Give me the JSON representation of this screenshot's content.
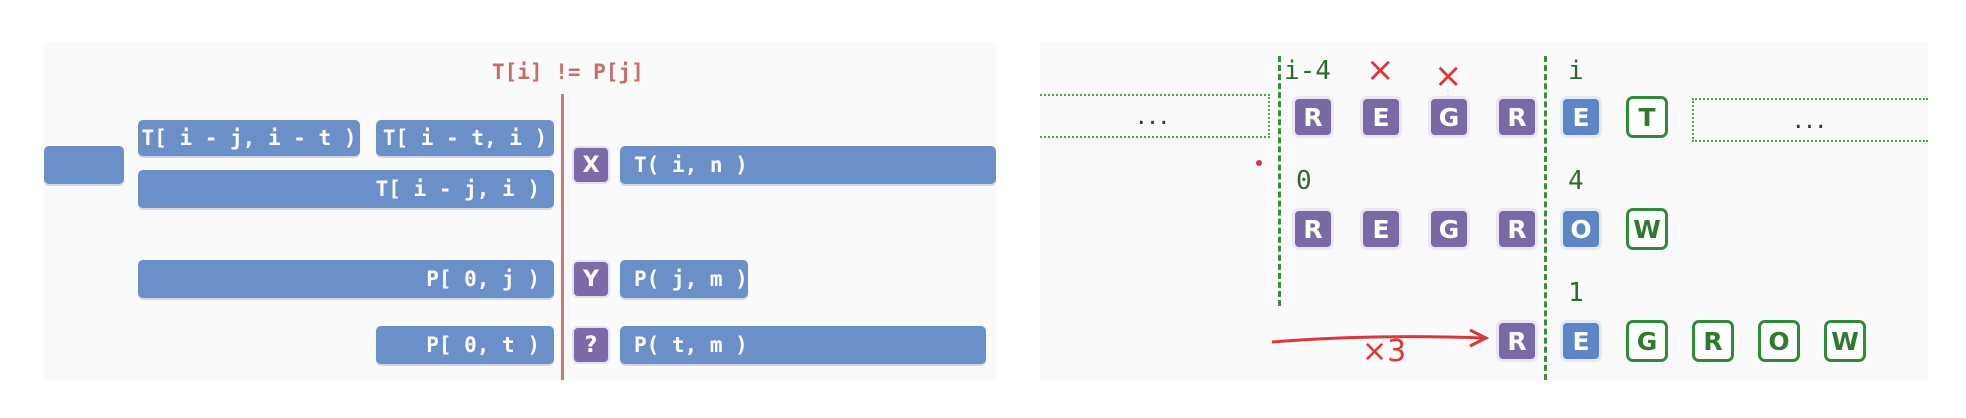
{
  "left": {
    "condition": "T[i] != P[j]",
    "t_bars": {
      "left_stub": "",
      "t_ij_it": "T[ i - j, i - t )",
      "t_it_i": "T[ i - t, i )",
      "t_ij_i": "T[ i - j, i )",
      "t_i_n": "T( i, n )"
    },
    "p_bars": {
      "p_0_j": "P[ 0, j )",
      "p_j_m": "P( j, m )",
      "p_0_t": "P[ 0, t )",
      "p_t_m": "P( t, m )"
    },
    "markers": {
      "x": "X",
      "y": "Y",
      "q": "?"
    },
    "colors": {
      "bar": "#6b8fc9",
      "marker": "#7d6aa8",
      "divider": "#c77a7a"
    }
  },
  "right": {
    "labels": {
      "top_start": "i-4",
      "top_i": "i",
      "mid_start": "0",
      "mid_i": "4",
      "bottom_i": "1"
    },
    "ellipsis": "...",
    "text_row": [
      "R",
      "E",
      "G",
      "R",
      "E",
      "T"
    ],
    "pattern_row": [
      "R",
      "E",
      "G",
      "R",
      "O",
      "W"
    ],
    "shift_row": [
      "R",
      "E",
      "G",
      "R",
      "O",
      "W"
    ],
    "mismatch_mark": "×",
    "shift_label": "×3",
    "colors": {
      "purple": "#7b68a6",
      "blue": "#5c86c6",
      "green": "#2f8a3a",
      "red": "#d93838"
    }
  }
}
